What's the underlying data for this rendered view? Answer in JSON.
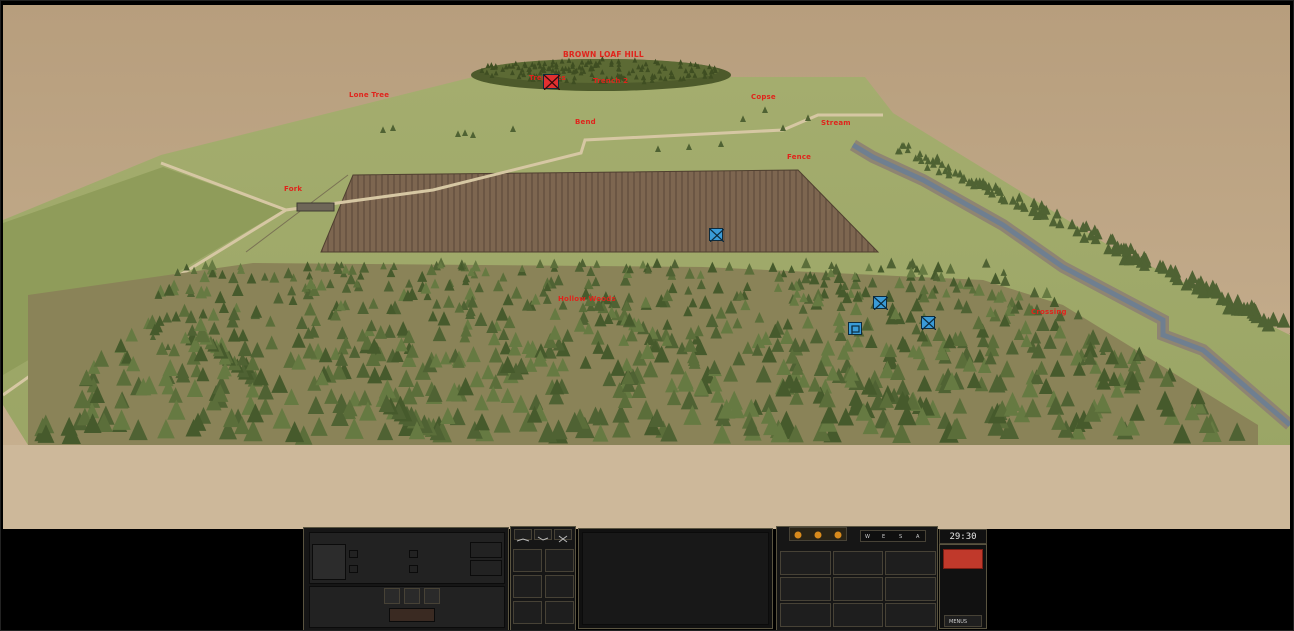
{
  "map_labels": {
    "hill": "BROWN LOAF HILL",
    "hill_left": "Trenches",
    "hill_right": "Trench 2",
    "lone_tree": "Lone Tree",
    "bend": "Bend",
    "copse": "Copse",
    "stream": "Stream",
    "fence": "Fence",
    "fork": "Fork",
    "woods": "Hollow Woods",
    "crossing": "Crossing"
  },
  "units": [
    {
      "id": "enemy-hq",
      "side": "red",
      "symbol": "infantry"
    },
    {
      "id": "friendly-1",
      "side": "blue",
      "symbol": "infantry"
    },
    {
      "id": "friendly-2",
      "side": "blue",
      "symbol": "infantry"
    },
    {
      "id": "friendly-3",
      "side": "blue",
      "symbol": "infantry"
    },
    {
      "id": "friendly-hq",
      "side": "blue",
      "symbol": "hq"
    }
  ],
  "hud": {
    "clock": "29:30",
    "compass": [
      "W",
      "E",
      "S",
      "A"
    ],
    "menu_label": "MENUS",
    "stance_icons": [
      "prone-icon",
      "crouch-icon",
      "stand-icon"
    ],
    "speed_icons": [
      "slow-icon",
      "normal-icon",
      "fast-icon"
    ],
    "colors": {
      "panel_border": "#5a5440",
      "go_button": "#c0392b"
    }
  }
}
